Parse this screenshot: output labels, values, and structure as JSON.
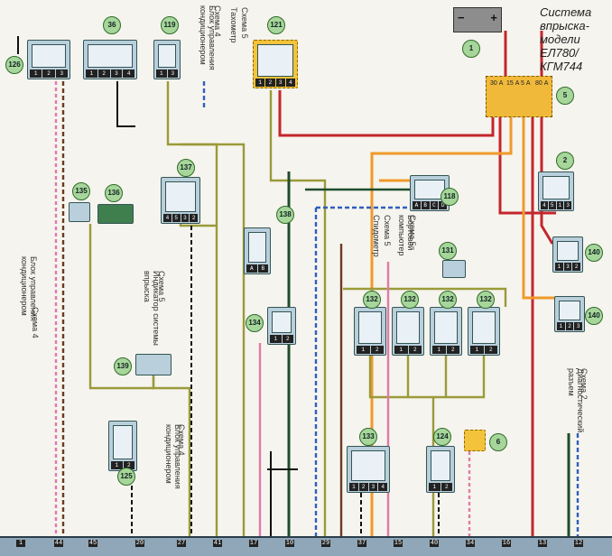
{
  "title": {
    "line1": "Система впрыска-",
    "line2": "модели ЕЛ780/КГМ744"
  },
  "captions": {
    "ac_top": "Блок управления кондиционером",
    "ac_top_scheme": "Схема 4",
    "tacho": "Тахометр",
    "tacho_scheme": "Схема 5",
    "speedo": "Спидометр",
    "speedo_scheme": "Схема 5",
    "board": "Бортовой компьютер",
    "board_scheme": "Схема 5",
    "indicator": "Индикатор системы впрыска",
    "indicator_scheme": "Схема 5",
    "ac_left": "Блок управления кондиционером",
    "ac_left_scheme": "Схема 4",
    "ac_mid": "Блок управления кондиционером",
    "ac_mid_scheme": "Схема 4",
    "diag": "Диагностический разъем",
    "diag_scheme": "Схема 2"
  },
  "components": {
    "c1": "1",
    "c2": "2",
    "c5": "5",
    "c6": "6",
    "c36": "36",
    "c118": "118",
    "c119": "119",
    "c121": "121",
    "c124": "124",
    "c125": "125",
    "c126": "126",
    "c131": "131",
    "c132": "132",
    "c133": "133",
    "c134": "134",
    "c135": "135",
    "c136": "136",
    "c137": "137",
    "c138": "138",
    "c139": "139",
    "c140": "140"
  },
  "fuses": {
    "f1": "30 А",
    "f2": "15 А",
    "f3": "5 А",
    "f4": "80 А"
  },
  "battery": {
    "minus": "−",
    "plus": "+"
  },
  "wire_colors": {
    "red": "#c4262c",
    "orange": "#ef9a2a",
    "olive": "#9a9a3a",
    "darkgreen": "#1f4d2c",
    "brown": "#6a3b22",
    "pink": "#e07aa8",
    "blue": "#2f5fbf",
    "black": "#111111",
    "white": "#ffffff"
  }
}
